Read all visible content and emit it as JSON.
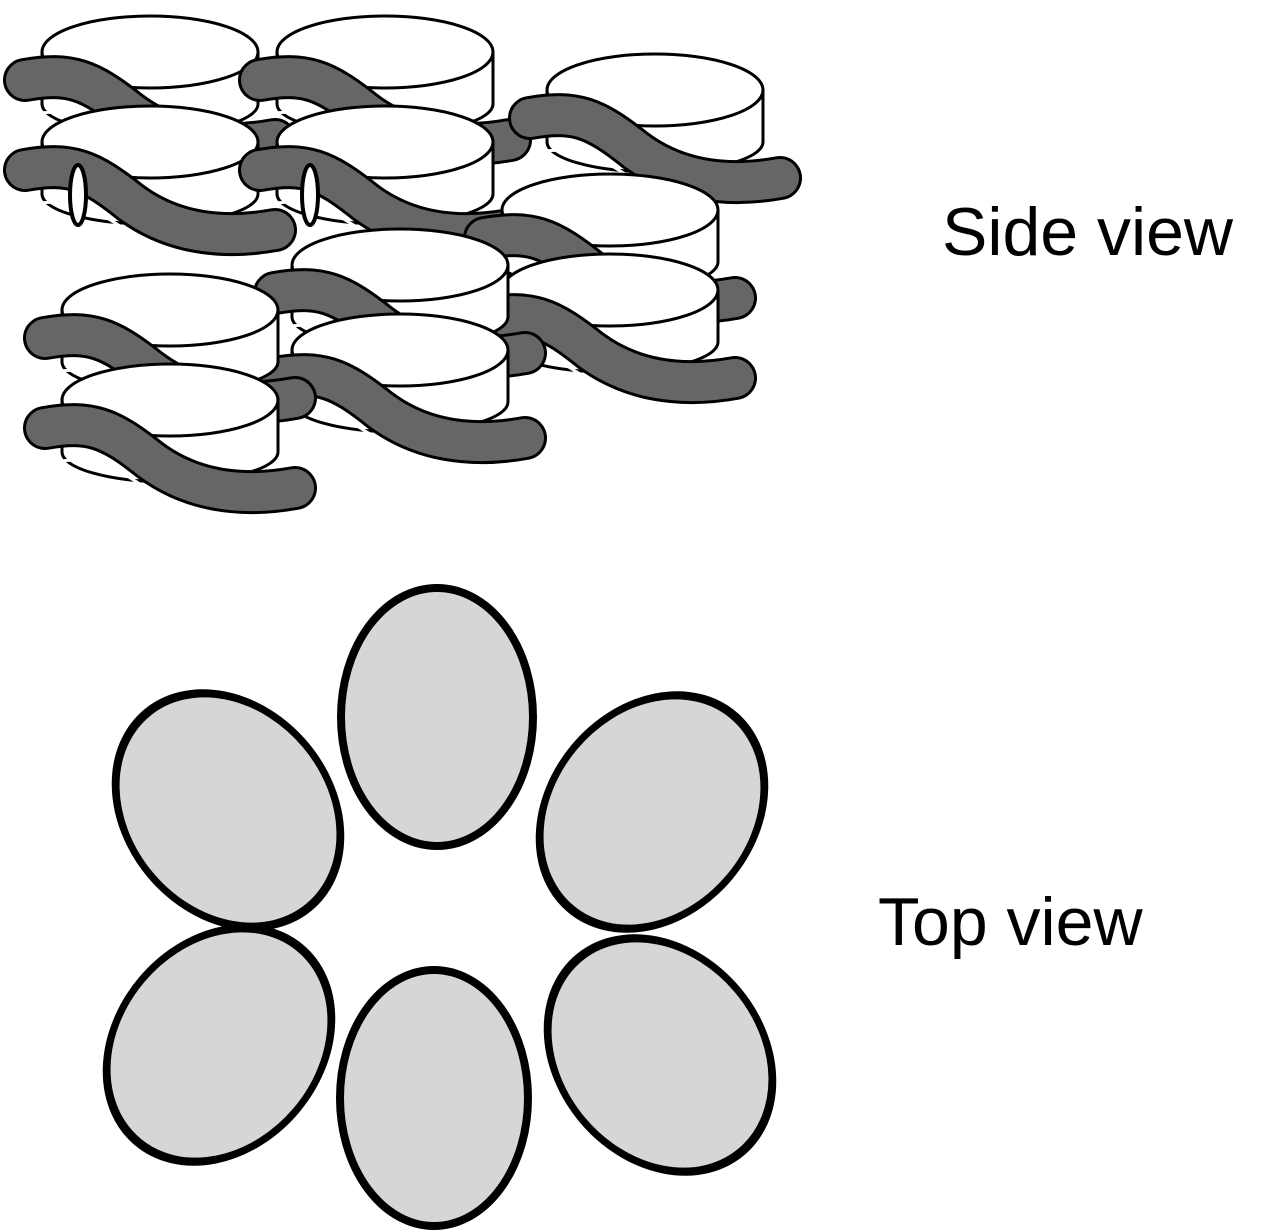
{
  "labels": {
    "side_view": "Side view",
    "top_view": "Top view"
  },
  "colors": {
    "stroke": "#000000",
    "ring_body": "#ffffff",
    "coil": "#666666",
    "top_view_fill": "#d6d6d6",
    "background": "#ffffff"
  },
  "side_view": {
    "stack_count": 5,
    "subunits_per_stack": 2
  },
  "top_view": {
    "subunit_count": 6
  }
}
